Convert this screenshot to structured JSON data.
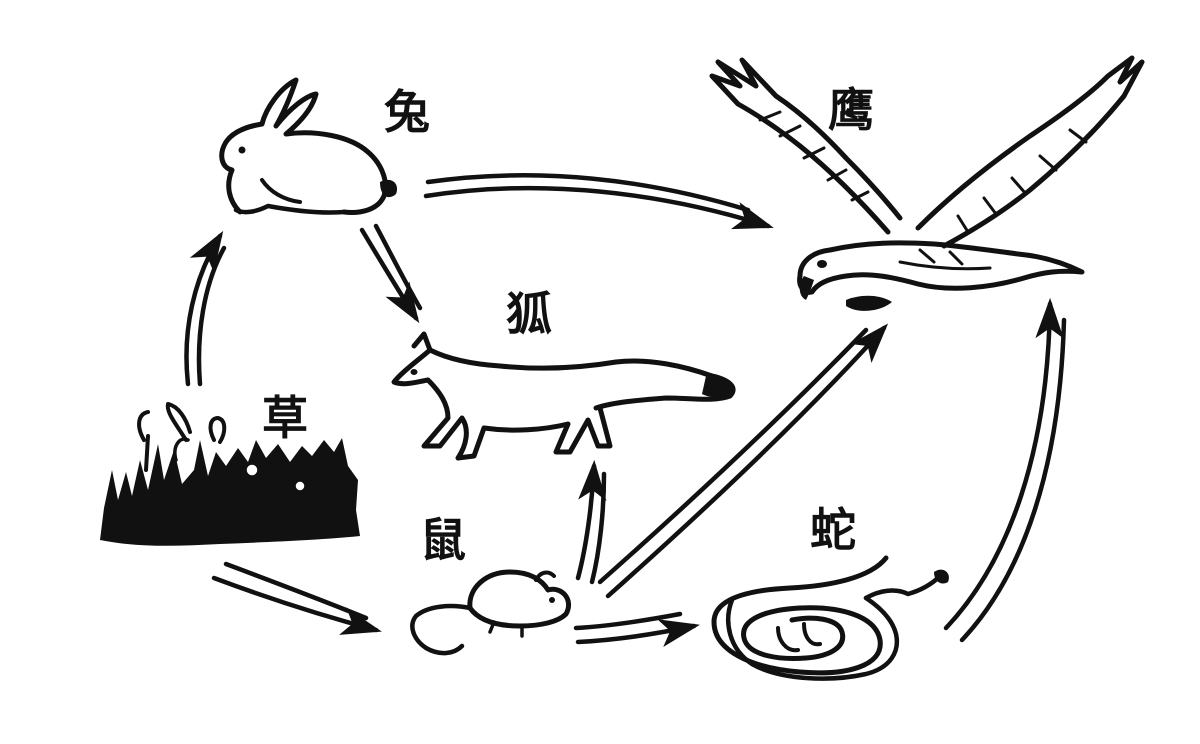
{
  "organisms": {
    "grass": "草",
    "rabbit": "兔",
    "fox": "狐",
    "mouse": "鼠",
    "snake": "蛇",
    "hawk": "鹰"
  },
  "links": [
    {
      "from": "grass",
      "to": "rabbit"
    },
    {
      "from": "grass",
      "to": "mouse"
    },
    {
      "from": "rabbit",
      "to": "fox"
    },
    {
      "from": "rabbit",
      "to": "hawk"
    },
    {
      "from": "mouse",
      "to": "fox"
    },
    {
      "from": "mouse",
      "to": "hawk"
    },
    {
      "from": "mouse",
      "to": "snake"
    },
    {
      "from": "snake",
      "to": "hawk"
    }
  ],
  "colors": {
    "ink": "#111111",
    "background": "#ffffff"
  }
}
